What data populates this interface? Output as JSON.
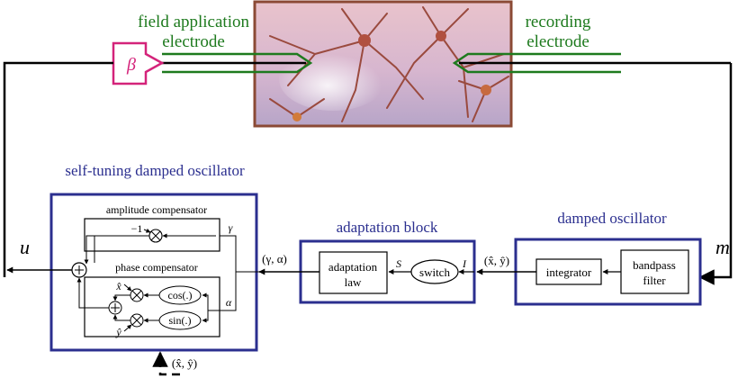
{
  "electrodes": {
    "field_line1": "field application",
    "field_line2": "electrode",
    "recording_line1": "recording",
    "recording_line2": "electrode"
  },
  "gain": {
    "symbol": "β"
  },
  "signals": {
    "input": "m",
    "output": "u",
    "estimates": "(x̂, ŷ)",
    "params": "(γ, α)",
    "s": "S",
    "i": "I",
    "gamma": "γ",
    "alpha": "α",
    "minus_one": "−1",
    "x_hat": "x̂",
    "y_hat": "ŷ",
    "feedback": "(x̂, ŷ)"
  },
  "blocks": {
    "self_tuning_title": "self-tuning damped oscillator",
    "adaptation_title": "adaptation block",
    "damped_title": "damped oscillator",
    "amplitude_comp": "amplitude compensator",
    "phase_comp": "phase compensator",
    "cos": "cos(.)",
    "sin": "sin(.)",
    "adaptation_law_1": "adaptation",
    "adaptation_law_2": "law",
    "switch": "switch",
    "integrator": "integrator",
    "bandpass_1": "bandpass",
    "bandpass_2": "filter"
  },
  "colors": {
    "electrode_green": "#1e7a1e",
    "block_blue": "#2b2f8f",
    "gain_magenta": "#d4237a",
    "photo_frame": "#8b4a35"
  }
}
